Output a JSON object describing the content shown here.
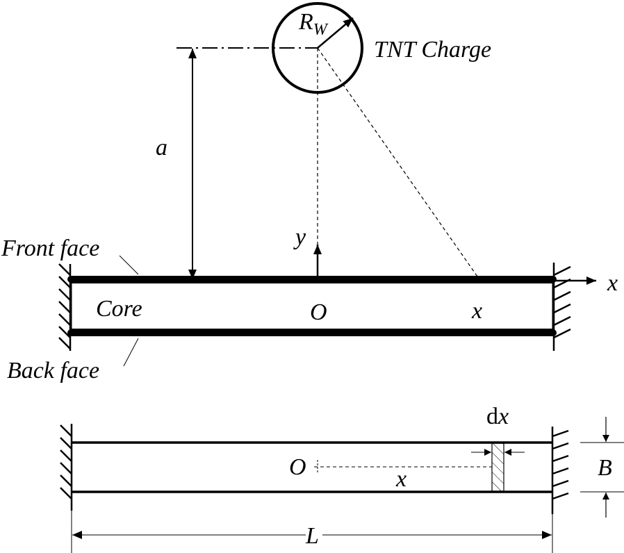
{
  "figure": {
    "elevation_view": {
      "charge_label": "TNT Charge",
      "radius_label_main": "R",
      "radius_label_sub": "W",
      "standoff_label": "a",
      "front_face_label": "Front face",
      "back_face_label": "Back face",
      "core_label": "Core",
      "origin_label": "O",
      "x_position_label": "x",
      "y_axis_label": "y",
      "x_axis_label": "x"
    },
    "plan_view": {
      "element_width_label_d": "d",
      "element_width_label_x": "x",
      "origin_label": "O",
      "x_distance_label": "x",
      "width_label": "B",
      "length_label": "L"
    },
    "colors": {
      "ink": "#000000",
      "background": "#ffffff"
    }
  }
}
